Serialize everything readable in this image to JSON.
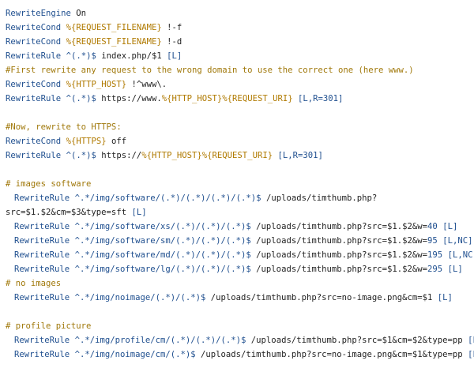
{
  "lines": [
    {
      "t": [
        [
          "kw",
          "RewriteEngine"
        ],
        [
          "plain",
          " On"
        ]
      ]
    },
    {
      "t": [
        [
          "kw",
          "RewriteCond"
        ],
        [
          "plain",
          " "
        ],
        [
          "var",
          "%{REQUEST_FILENAME}"
        ],
        [
          "plain",
          " !-f"
        ]
      ]
    },
    {
      "t": [
        [
          "kw",
          "RewriteCond"
        ],
        [
          "plain",
          " "
        ],
        [
          "var",
          "%{REQUEST_FILENAME}"
        ],
        [
          "plain",
          " !-d"
        ]
      ]
    },
    {
      "t": [
        [
          "kw",
          "RewriteRule"
        ],
        [
          "plain",
          " "
        ],
        [
          "op",
          "^(.*)$"
        ],
        [
          "plain",
          " index.php/$1 "
        ],
        [
          "fl",
          "[L]"
        ]
      ]
    },
    {
      "t": [
        [
          "cm",
          "#First rewrite any request to the wrong domain to use the correct one (here www.)"
        ]
      ]
    },
    {
      "t": [
        [
          "kw",
          "RewriteCond"
        ],
        [
          "plain",
          " "
        ],
        [
          "var",
          "%{HTTP_HOST}"
        ],
        [
          "plain",
          " !^www\\."
        ]
      ]
    },
    {
      "t": [
        [
          "kw",
          "RewriteRule"
        ],
        [
          "plain",
          " "
        ],
        [
          "op",
          "^(.*)$"
        ],
        [
          "plain",
          " https://www."
        ],
        [
          "var",
          "%{HTTP_HOST}%{REQUEST_URI}"
        ],
        [
          "plain",
          " "
        ],
        [
          "fl",
          "[L,R="
        ],
        [
          "num",
          "301"
        ],
        [
          "fl",
          "]"
        ]
      ]
    },
    {
      "t": [
        [
          "plain",
          ""
        ]
      ]
    },
    {
      "t": [
        [
          "cm",
          "#Now, rewrite to HTTPS:"
        ]
      ]
    },
    {
      "t": [
        [
          "kw",
          "RewriteCond"
        ],
        [
          "plain",
          " "
        ],
        [
          "var",
          "%{HTTPS}"
        ],
        [
          "plain",
          " off"
        ]
      ]
    },
    {
      "t": [
        [
          "kw",
          "RewriteRule"
        ],
        [
          "plain",
          " "
        ],
        [
          "op",
          "^(.*)$"
        ],
        [
          "plain",
          " https://"
        ],
        [
          "var",
          "%{HTTP_HOST}%{REQUEST_URI}"
        ],
        [
          "plain",
          " "
        ],
        [
          "fl",
          "[L,R="
        ],
        [
          "num",
          "301"
        ],
        [
          "fl",
          "]"
        ]
      ]
    },
    {
      "t": [
        [
          "plain",
          ""
        ]
      ]
    },
    {
      "t": [
        [
          "cm",
          "# images software"
        ]
      ]
    },
    {
      "indent": true,
      "t": [
        [
          "kw",
          "RewriteRule"
        ],
        [
          "plain",
          " "
        ],
        [
          "op",
          "^.*/img/software/(.*)/(.*)/(.*)/(.*)$"
        ],
        [
          "plain",
          " /uploads/timthumb.php?"
        ]
      ]
    },
    {
      "t": [
        [
          "plain",
          "src=$1.$2&cm=$3&type=sft "
        ],
        [
          "fl",
          "[L]"
        ]
      ]
    },
    {
      "indent": true,
      "t": [
        [
          "kw",
          "RewriteRule"
        ],
        [
          "plain",
          " "
        ],
        [
          "op",
          "^.*/img/software/xs/(.*)/(.*)/(.*)$"
        ],
        [
          "plain",
          " /uploads/timthumb.php?src=$1.$2&w="
        ],
        [
          "num",
          "40"
        ],
        [
          "plain",
          " "
        ],
        [
          "fl",
          "[L]"
        ]
      ]
    },
    {
      "indent": true,
      "t": [
        [
          "kw",
          "RewriteRule"
        ],
        [
          "plain",
          " "
        ],
        [
          "op",
          "^.*/img/software/sm/(.*)/(.*)/(.*)$"
        ],
        [
          "plain",
          " /uploads/timthumb.php?src=$1.$2&w="
        ],
        [
          "num",
          "95"
        ],
        [
          "plain",
          " "
        ],
        [
          "fl",
          "[L,NC]"
        ]
      ]
    },
    {
      "indent": true,
      "t": [
        [
          "kw",
          "RewriteRule"
        ],
        [
          "plain",
          " "
        ],
        [
          "op",
          "^.*/img/software/md/(.*)/(.*)/(.*)$"
        ],
        [
          "plain",
          " /uploads/timthumb.php?src=$1.$2&w="
        ],
        [
          "num",
          "195"
        ],
        [
          "plain",
          " "
        ],
        [
          "fl",
          "[L,NC]"
        ]
      ]
    },
    {
      "indent": true,
      "t": [
        [
          "kw",
          "RewriteRule"
        ],
        [
          "plain",
          " "
        ],
        [
          "op",
          "^.*/img/software/lg/(.*)/(.*)/(.*)$"
        ],
        [
          "plain",
          " /uploads/timthumb.php?src=$1.$2&w="
        ],
        [
          "num",
          "295"
        ],
        [
          "plain",
          " "
        ],
        [
          "fl",
          "[L]"
        ]
      ]
    },
    {
      "t": [
        [
          "cm",
          "# no images"
        ]
      ]
    },
    {
      "indent": true,
      "t": [
        [
          "kw",
          "RewriteRule"
        ],
        [
          "plain",
          " "
        ],
        [
          "op",
          "^.*/img/noimage/(.*)/(.*)$"
        ],
        [
          "plain",
          " /uploads/timthumb.php?src=no-image.png&cm=$1 "
        ],
        [
          "fl",
          "[L]"
        ]
      ]
    },
    {
      "t": [
        [
          "plain",
          ""
        ]
      ]
    },
    {
      "t": [
        [
          "cm",
          "# profile picture"
        ]
      ]
    },
    {
      "indent": true,
      "t": [
        [
          "kw",
          "RewriteRule"
        ],
        [
          "plain",
          " "
        ],
        [
          "op",
          "^.*/img/profile/cm/(.*)/(.*)/(.*)$"
        ],
        [
          "plain",
          " /uploads/timthumb.php?src=$1&cm=$2&type=pp "
        ],
        [
          "fl",
          "[L]"
        ]
      ]
    },
    {
      "indent": true,
      "t": [
        [
          "kw",
          "RewriteRule"
        ],
        [
          "plain",
          " "
        ],
        [
          "op",
          "^.*/img/noimage/cm/(.*)$"
        ],
        [
          "plain",
          " /uploads/timthumb.php?src=no-image.png&cm=$1&type=pp "
        ],
        [
          "fl",
          "[L]"
        ]
      ]
    }
  ],
  "colors": {
    "keyword": "#1f4f8f",
    "variable": "#b07a00",
    "comment": "#a0780a",
    "text": "#222222",
    "background": "#ffffff"
  }
}
